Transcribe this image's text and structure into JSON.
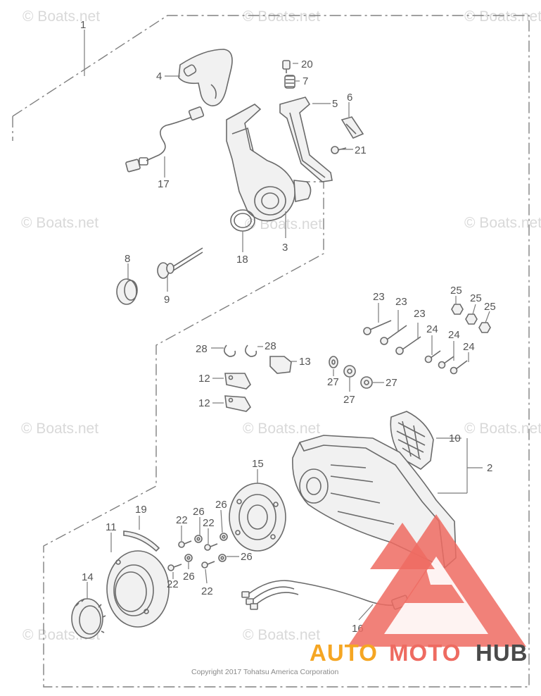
{
  "watermarks": [
    "© Boats.net"
  ],
  "copyright": "Copyright 2017 Tohatsu America Corporation",
  "logo": {
    "part1": "AUTO",
    "part2": "MOTO",
    "part3": "HUB",
    "color_orange": "#f5a623",
    "color_red": "#ee6b61",
    "color_dark": "#4a4a4a"
  },
  "callouts": {
    "c1": "1",
    "c2": "2",
    "c3": "3",
    "c4": "4",
    "c5": "5",
    "c6": "6",
    "c7": "7",
    "c8": "8",
    "c9": "9",
    "c10": "10",
    "c11": "11",
    "c12a": "12",
    "c12b": "12",
    "c13": "13",
    "c14": "14",
    "c15": "15",
    "c16": "16",
    "c17": "17",
    "c18": "18",
    "c19": "19",
    "c20": "20",
    "c21": "21",
    "c22a": "22",
    "c22b": "22",
    "c22c": "22",
    "c22d": "22",
    "c23a": "23",
    "c23b": "23",
    "c23c": "23",
    "c24a": "24",
    "c24b": "24",
    "c24c": "24",
    "c25a": "25",
    "c25b": "25",
    "c25c": "25",
    "c26a": "26",
    "c26b": "26",
    "c26c": "26",
    "c26d": "26",
    "c27a": "27",
    "c27b": "27",
    "c27c": "27",
    "c28a": "28",
    "c28b": "28"
  }
}
